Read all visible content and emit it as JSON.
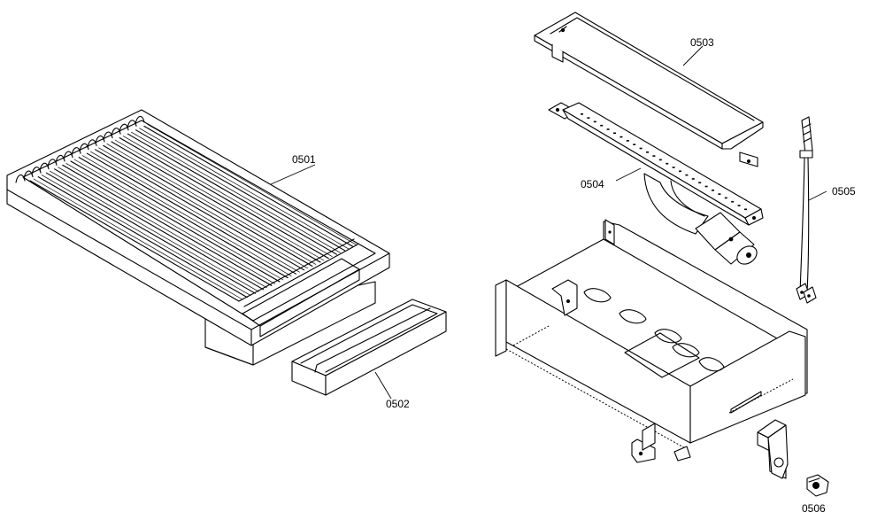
{
  "labels": {
    "p0501": "0501",
    "p0502": "0502",
    "p0503": "0503",
    "p0504": "0504",
    "p0505": "0505",
    "p0506": "0506"
  },
  "colors": {
    "line": "#000000",
    "background": "#ffffff"
  }
}
